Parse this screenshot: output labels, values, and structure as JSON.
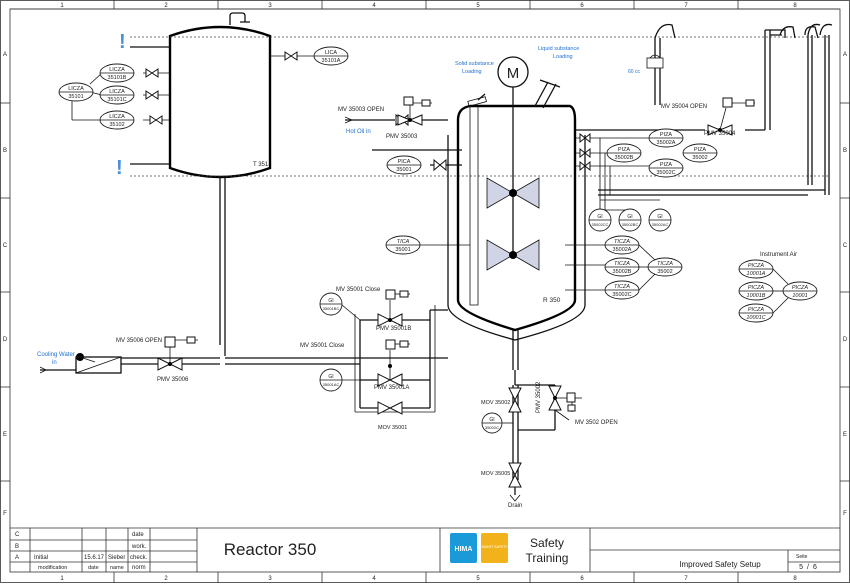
{
  "title_block": {
    "title": "Reactor 350",
    "logo_hima": "HIMA",
    "logo_smart": "SMART SAFETY",
    "training_line1": "Safety",
    "training_line2": "Training",
    "sheet_title": "Improved Safety Setup",
    "seite_label": "Seite",
    "page": "5",
    "pages": "6",
    "rev_letters": [
      "C",
      "B",
      "A"
    ],
    "rev_a_desc": "Initial",
    "rev_a_date": "15.6.17",
    "rev_a_name": "Sieber",
    "label_date": "date",
    "label_work": "work.",
    "label_check": "check.",
    "label_norm": "norm",
    "col_modification": "modification",
    "col_date": "date",
    "col_name": "name"
  },
  "grid": {
    "cols": [
      "1",
      "2",
      "3",
      "4",
      "5",
      "6",
      "7",
      "8"
    ],
    "rows": [
      "A",
      "B",
      "C",
      "D",
      "E",
      "F"
    ]
  },
  "vessels": {
    "t351": "T 351",
    "r350": "R 350",
    "motor": "M"
  },
  "labels": {
    "solid_1": "Solid substance",
    "solid_2": "Loading",
    "liquid_1": "Liquid substance",
    "liquid_2": "Loading",
    "hot_oil": "Hot Oil in",
    "cooling_1": "Cooling Water",
    "cooling_2": "in",
    "instrument_air": "Instrument Air",
    "drain": "Drain",
    "sixty_c": "60 cc",
    "alert_mark": "!"
  },
  "valves": {
    "mv35003": "MV 35003 OPEN",
    "pmv35003": "PMV 35003",
    "mv35004": "MV 35004 OPEN",
    "pmv35004": "PMV 35004",
    "mv35006": "MV 35006 OPEN",
    "pmv35006": "PMV 35006",
    "mv35001_close_a": "MV 35001 Close",
    "mv35001_close_b": "MV 35001 Close",
    "pmv35001b": "PMV 35001B",
    "pmv35001a": "PMV 35001A",
    "mov35001": "MOV 35001",
    "mov35002": "MOV 35002",
    "pmv35002": "PMV 35002",
    "mv3502": "MV 3502 OPEN",
    "mov35005": "MOV 35005"
  },
  "instruments": {
    "lica_35101a": [
      "LICA",
      "35101A"
    ],
    "licza_35101b": [
      "LICZA",
      "35101B"
    ],
    "licza_35101c": [
      "LICZA",
      "35101C"
    ],
    "licza_35101": [
      "LICZA",
      "35101"
    ],
    "licza_35102": [
      "LICZA",
      "35102"
    ],
    "pica_35001": [
      "PICA",
      "35001"
    ],
    "tica_35001": [
      "TICA",
      "35001"
    ],
    "piza_35002a": [
      "PIZA",
      "35002A"
    ],
    "piza_35002b": [
      "PIZA",
      "35002B"
    ],
    "piza_35002": [
      "PIZA",
      "35002"
    ],
    "piza_35002c": [
      "PIZA",
      "35002C"
    ],
    "gi_35002cc": [
      "GI",
      "35002CC"
    ],
    "gi_35002bc": [
      "GI",
      "35002BC"
    ],
    "gi_35002ac": [
      "GI",
      "35002AC"
    ],
    "ticza_35002a": [
      "TICZA",
      "35002A"
    ],
    "ticza_35002b": [
      "TICZA",
      "35002B"
    ],
    "ticza_35002": [
      "TICZA",
      "35002"
    ],
    "ticza_35002c": [
      "TICZA",
      "35002C"
    ],
    "picza_10001a": [
      "PICZA",
      "10001A"
    ],
    "picza_10001b": [
      "PICZA",
      "10001B"
    ],
    "picza_10001": [
      "PICZA",
      "10001"
    ],
    "picza_10001c": [
      "PICZA",
      "10001C"
    ],
    "gi_35001bc": [
      "GI",
      "35001BC"
    ],
    "gi_35001ac": [
      "GI",
      "35001AC"
    ],
    "gi_35002c": [
      "GI",
      "35002C"
    ]
  },
  "colors": {
    "line": "#111111",
    "blue_text": "#1f6fd0",
    "hima_blue": "#1a9ad6",
    "hima_yellow": "#f2b21b",
    "alert_blue": "#4a90d9"
  }
}
